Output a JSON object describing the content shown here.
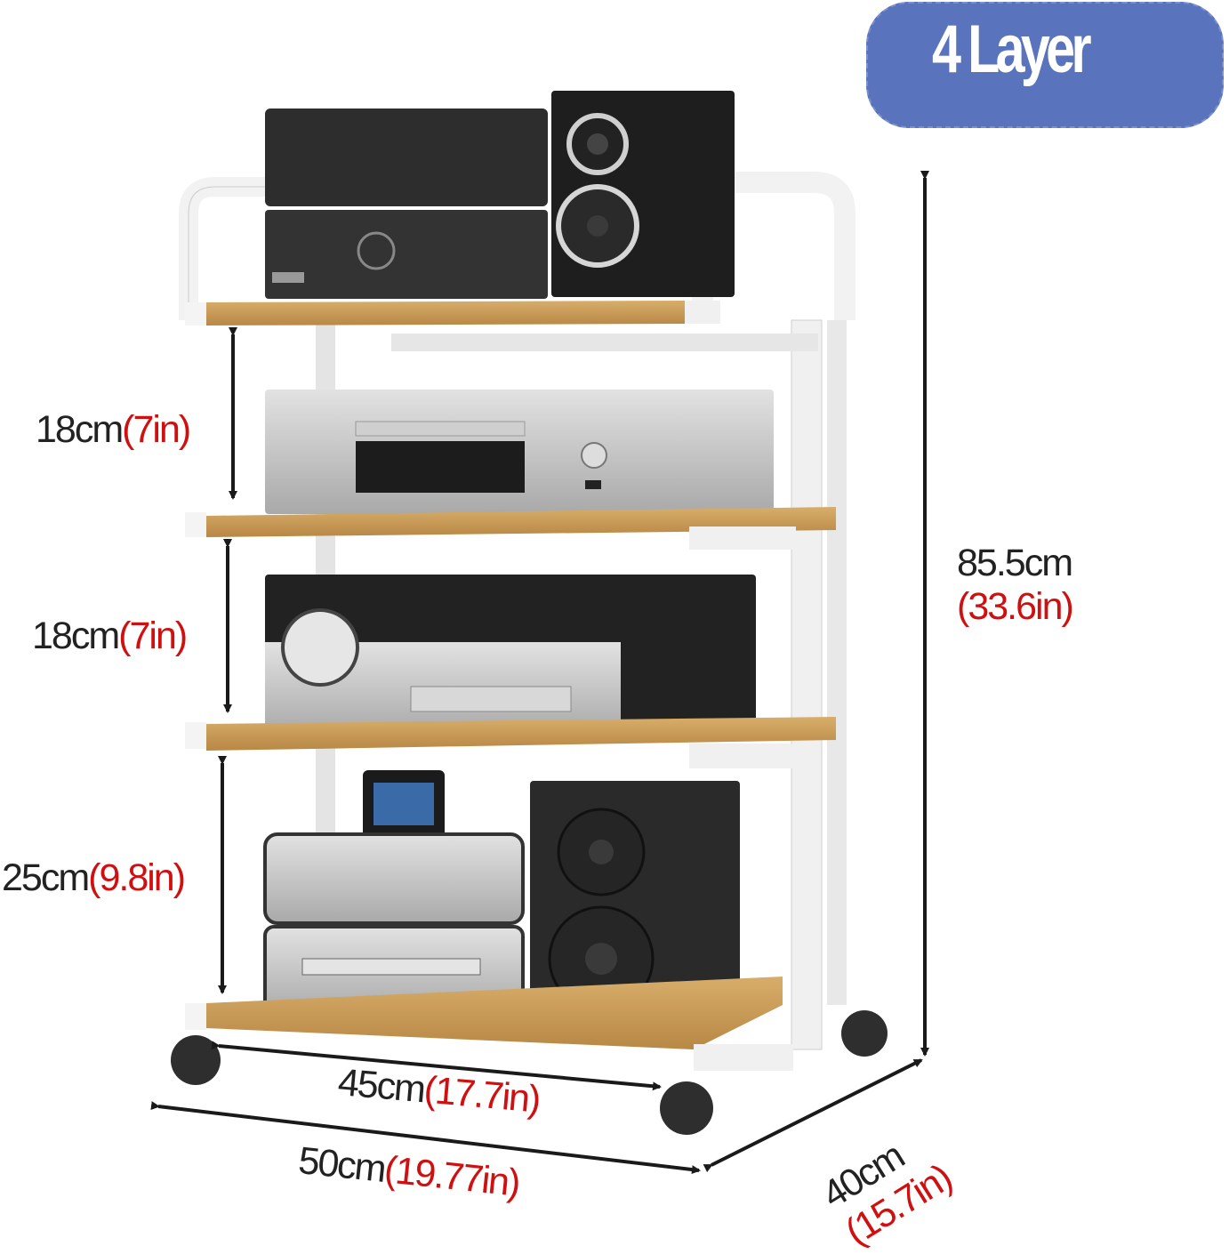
{
  "badge": {
    "label": "4 Layer",
    "color": "#5a73bd"
  },
  "colors": {
    "metric": "#222222",
    "imperial": "#d01010",
    "wood": "#c99a58",
    "frame": "#eeeeee"
  },
  "dimensions": {
    "gap_top": {
      "cm": "18cm",
      "in": "(7in)"
    },
    "gap_middle": {
      "cm": "18cm",
      "in": "(7in)"
    },
    "gap_bottom": {
      "cm": "25cm",
      "in": "(9.8in)"
    },
    "height": {
      "cm": "85.5cm",
      "in": "(33.6in)"
    },
    "shelf_width": {
      "cm": "45cm",
      "in": "(17.7in)"
    },
    "total_width": {
      "cm": "50cm",
      "in": "(19.77in)"
    },
    "depth": {
      "cm": "40cm",
      "in": "(15.7in)"
    }
  },
  "product": {
    "name": "4-tier audio equipment rack with casters",
    "shelves": 4,
    "devices": [
      "mini hi-fi system",
      "bookshelf speaker",
      "CD player",
      "stereo receiver",
      "dock speaker system",
      "bookshelf speaker"
    ]
  }
}
